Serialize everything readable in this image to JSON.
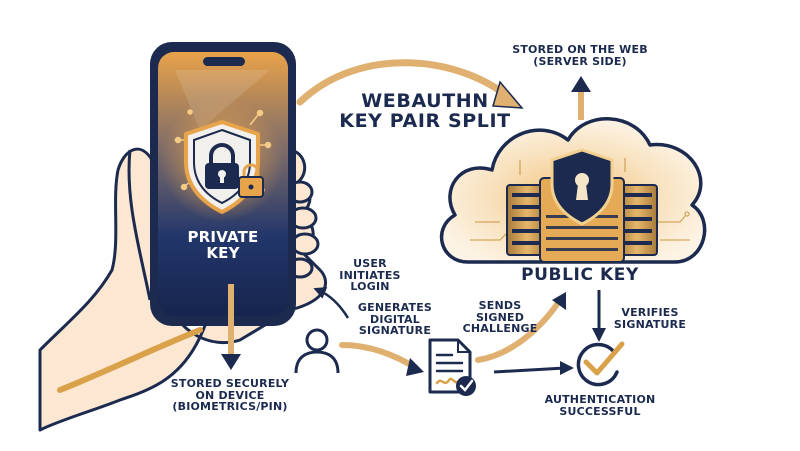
{
  "title": {
    "line1": "WEBAUTHN",
    "line2": "KEY PAIR SPLIT"
  },
  "private_key": {
    "line1": "PRIVATE",
    "line2": "KEY"
  },
  "public_key": {
    "label": "PUBLIC KEY"
  },
  "stored_web": {
    "line1": "STORED ON THE WEB",
    "line2": "(SERVER SIDE)"
  },
  "stored_device": {
    "line1": "STORED SECURELY",
    "line2": "ON DEVICE",
    "line3": "(BIOMETRICS/PIN)"
  },
  "user_initiates": {
    "line1": "USER",
    "line2": "INITIATES",
    "line3": "LOGIN"
  },
  "generates": {
    "line1": "GENERATES",
    "line2": "DIGITAL",
    "line3": "SIGNATURE"
  },
  "sends": {
    "line1": "SENDS",
    "line2": "SIGNED",
    "line3": "CHALLENGE"
  },
  "verifies": {
    "line1": "VERIFIES",
    "line2": "SIGNATURE"
  },
  "auth": {
    "line1": "AUTHENTICATION",
    "line2": "SUCCESSFUL"
  },
  "colors": {
    "navy": "#1b2a4e",
    "gold": "#d9a24a",
    "skin": "#fbe7d2"
  },
  "icons": [
    "shield-lock-icon",
    "padlock-icon",
    "keyhole-shield-icon",
    "server-icon",
    "user-icon",
    "signed-document-icon",
    "checkmark-icon",
    "cloud-icon",
    "smartphone-icon",
    "hand-icon"
  ]
}
